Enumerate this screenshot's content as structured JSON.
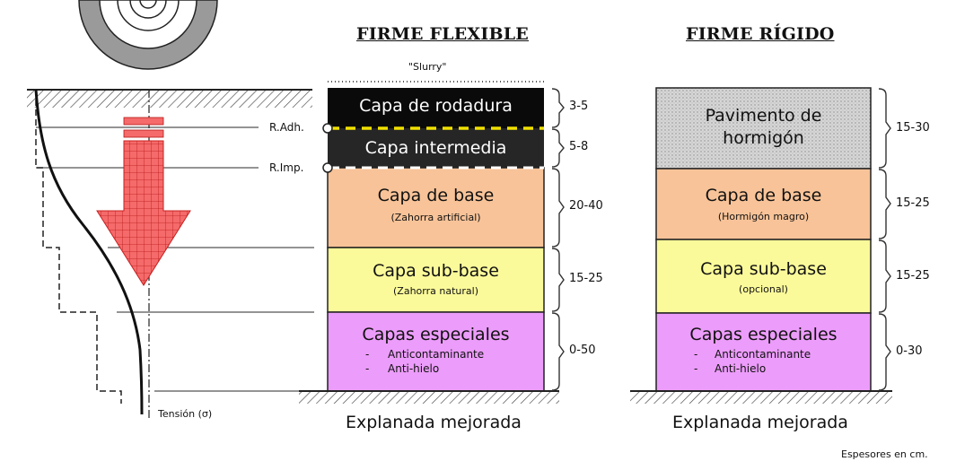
{
  "flexible": {
    "title": "FIRME FLEXIBLE",
    "slurry": "\"Slurry\"",
    "layers": [
      {
        "name": "Capa de rodadura",
        "thickness": "3-5"
      },
      {
        "name": "Capa intermedia",
        "thickness": "5-8"
      },
      {
        "name": "Capa de base",
        "sub": "(Zahorra artificial)",
        "thickness": "20-40"
      },
      {
        "name": "Capa sub-base",
        "sub": "(Zahorra natural)",
        "thickness": "15-25"
      },
      {
        "name": "Capas especiales",
        "bullets": [
          "Anticontaminante",
          "Anti-hielo"
        ],
        "thickness": "0-50"
      }
    ],
    "foundation": "Explanada mejorada",
    "interfaces": [
      "R.Adh.",
      "R.Imp."
    ]
  },
  "rigid": {
    "title": "FIRME RÍGIDO",
    "layers": [
      {
        "name_line1": "Pavimento de",
        "name_line2": "hormigón",
        "thickness": "15-30"
      },
      {
        "name": "Capa de base",
        "sub": "(Hormigón magro)",
        "thickness": "15-25"
      },
      {
        "name": "Capa sub-base",
        "sub": "(opcional)",
        "thickness": "15-25"
      },
      {
        "name": "Capas especiales",
        "bullets": [
          "Anticontaminante",
          "Anti-hielo"
        ],
        "thickness": "0-30"
      }
    ],
    "foundation": "Explanada mejorada"
  },
  "stress_label": "Tensión (σ)",
  "bullet_dash": "-",
  "note": "Espesores en cm.",
  "colors": {
    "rodadura": "#0a0a0a",
    "intermedia": "#262626",
    "base": "#f8c398",
    "subbase": "#fbfa9a",
    "especiales": "#ec9cfa",
    "hormigon": "#d4d4d4",
    "arrow": "#f03c3c",
    "tack_coat": "#f0e000"
  }
}
